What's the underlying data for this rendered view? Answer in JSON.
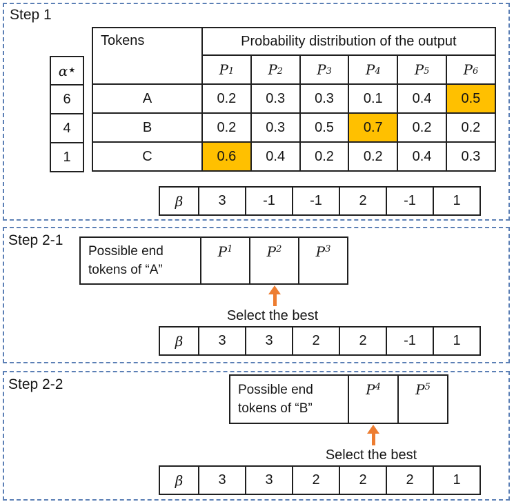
{
  "colors": {
    "highlight": "#FFC000",
    "arrow": "#ED7D31",
    "dashed_border": "#5B7FB5",
    "line": "#1f1f1f"
  },
  "step1": {
    "label": "Step 1",
    "alpha": {
      "base": "α",
      "sup": "★",
      "values": [
        "6",
        "4",
        "1"
      ]
    },
    "table": {
      "tokens_header": "Tokens",
      "prob_header": "Probability distribution of the output",
      "p_cols": [
        {
          "base": "P",
          "sub": "1"
        },
        {
          "base": "P",
          "sub": "2"
        },
        {
          "base": "P",
          "sub": "3"
        },
        {
          "base": "P",
          "sub": "4"
        },
        {
          "base": "P",
          "sub": "5"
        },
        {
          "base": "P",
          "sub": "6"
        }
      ],
      "rows": [
        {
          "token": "A",
          "values": [
            "0.2",
            "0.3",
            "0.3",
            "0.1",
            "0.4",
            "0.5"
          ],
          "highlight_index": 5
        },
        {
          "token": "B",
          "values": [
            "0.2",
            "0.3",
            "0.5",
            "0.7",
            "0.2",
            "0.2"
          ],
          "highlight_index": 3
        },
        {
          "token": "C",
          "values": [
            "0.6",
            "0.4",
            "0.2",
            "0.2",
            "0.4",
            "0.3"
          ],
          "highlight_index": 0
        }
      ]
    },
    "beta": {
      "label": "β",
      "values": [
        "3",
        "-1",
        "-1",
        "2",
        "-1",
        "1"
      ]
    }
  },
  "step2_1": {
    "label": "Step 2-1",
    "box_line1": "Possible end",
    "box_line2": "tokens of “A”",
    "p_cells": [
      {
        "base": "P",
        "sub": "1"
      },
      {
        "base": "P",
        "sub": "2"
      },
      {
        "base": "P",
        "sub": "3"
      }
    ],
    "select_label": "Select the best",
    "beta": {
      "label": "β",
      "values": [
        "3",
        "3",
        "2",
        "2",
        "-1",
        "1"
      ]
    }
  },
  "step2_2": {
    "label": "Step 2-2",
    "box_line1": "Possible end",
    "box_line2": "tokens of “B”",
    "p_cells": [
      {
        "base": "P",
        "sub": "4"
      },
      {
        "base": "P",
        "sub": "5"
      }
    ],
    "select_label": "Select the best",
    "beta": {
      "label": "β",
      "values": [
        "3",
        "3",
        "2",
        "2",
        "2",
        "1"
      ]
    }
  }
}
